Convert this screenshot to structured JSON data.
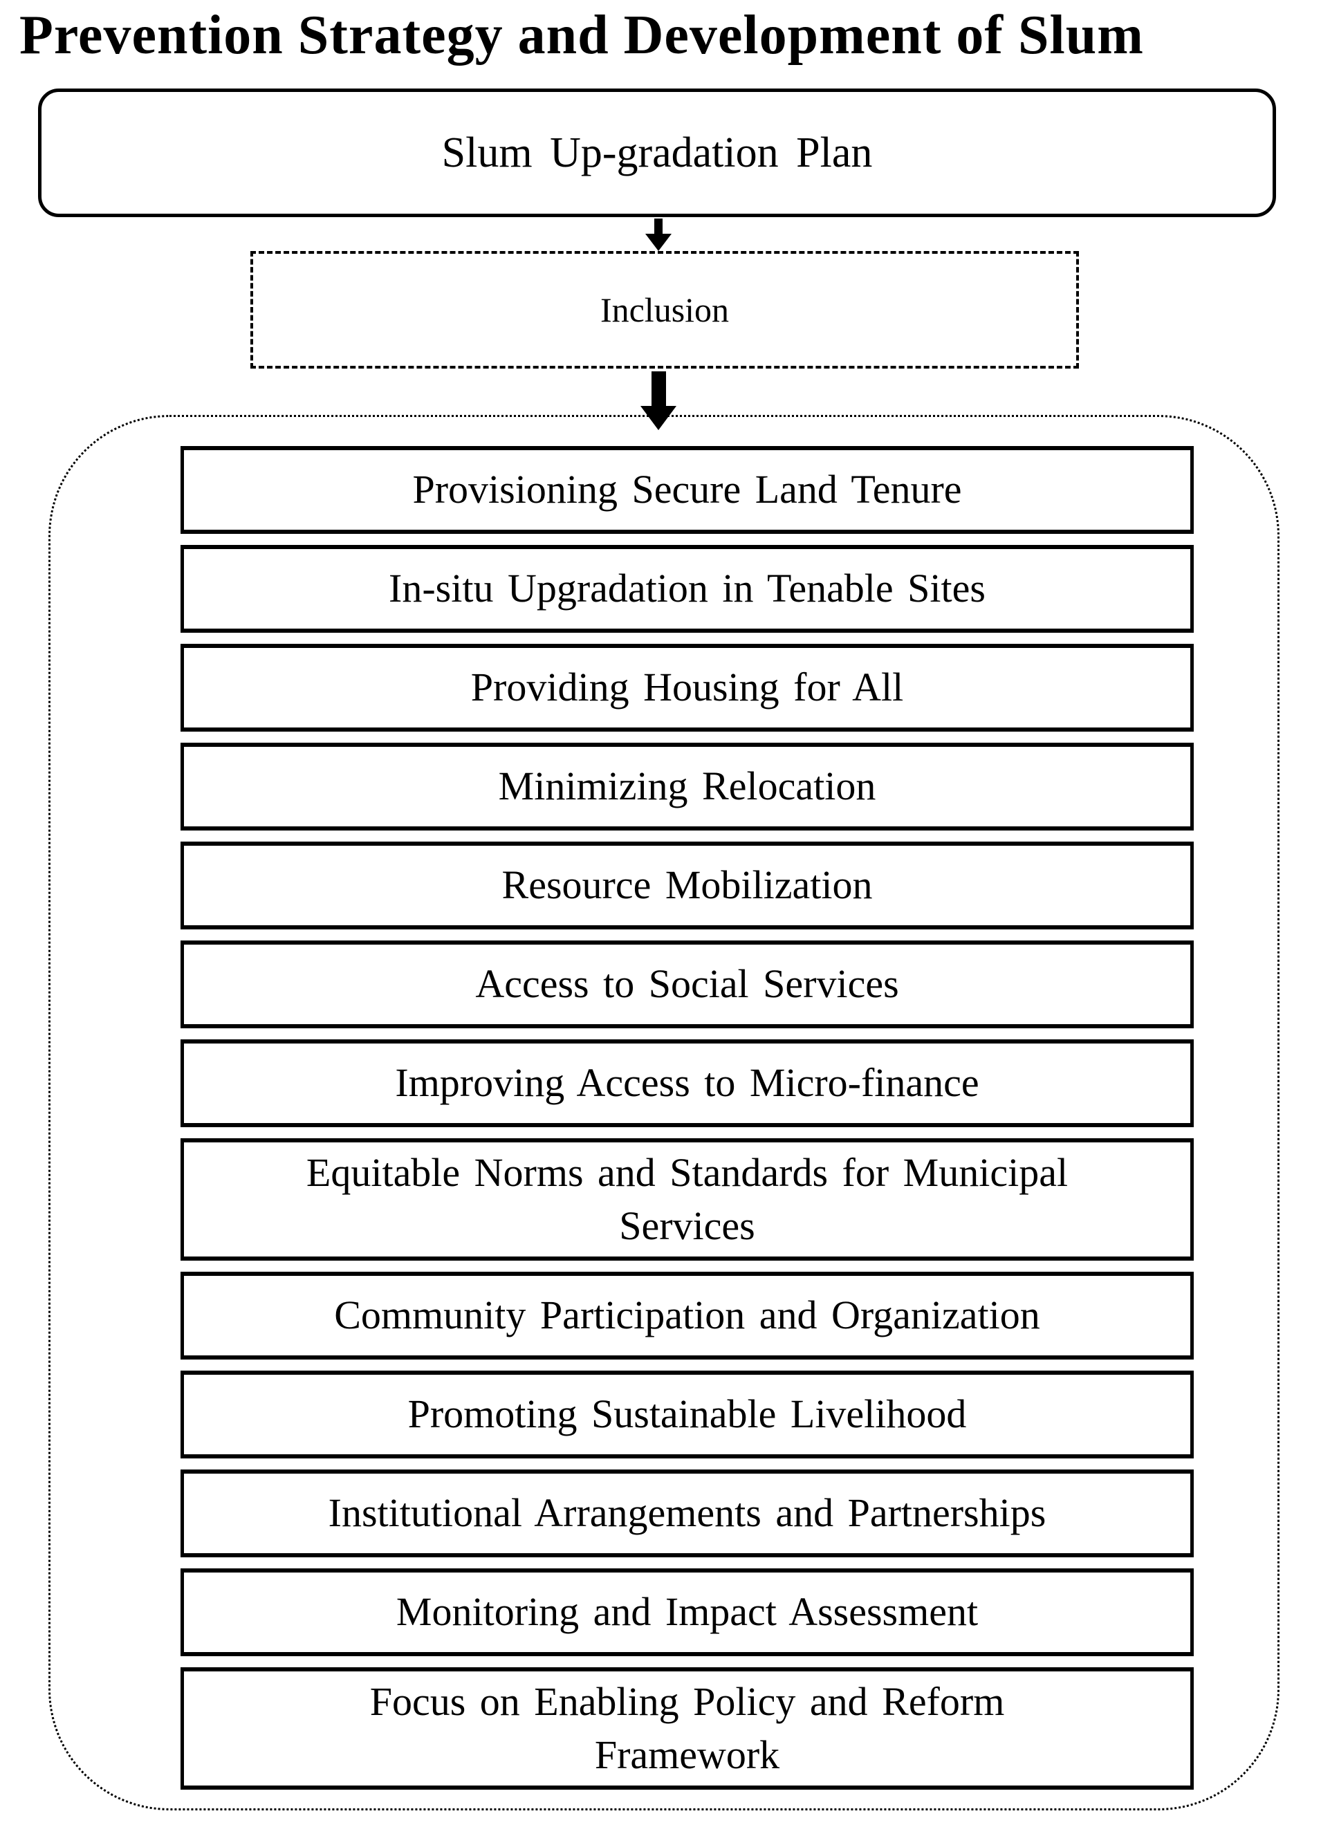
{
  "title": "Prevention Strategy and Development of Slum",
  "flow": {
    "plan_box_label": "Slum Up-gradation Plan",
    "inclusion_box_label": "Inclusion",
    "strategies": [
      "Provisioning Secure Land Tenure",
      "In-situ Upgradation in Tenable Sites",
      "Providing Housing for All",
      "Minimizing Relocation",
      "Resource Mobilization",
      "Access to Social Services",
      "Improving Access to Micro-finance",
      "Equitable Norms and Standards for Municipal\nServices",
      "Community Participation and Organization",
      "Promoting Sustainable Livelihood",
      "Institutional Arrangements and Partnerships",
      "Monitoring and Impact Assessment",
      "Focus on Enabling Policy and Reform\nFramework"
    ]
  },
  "colors": {
    "ink": "#000000",
    "background": "#ffffff"
  }
}
